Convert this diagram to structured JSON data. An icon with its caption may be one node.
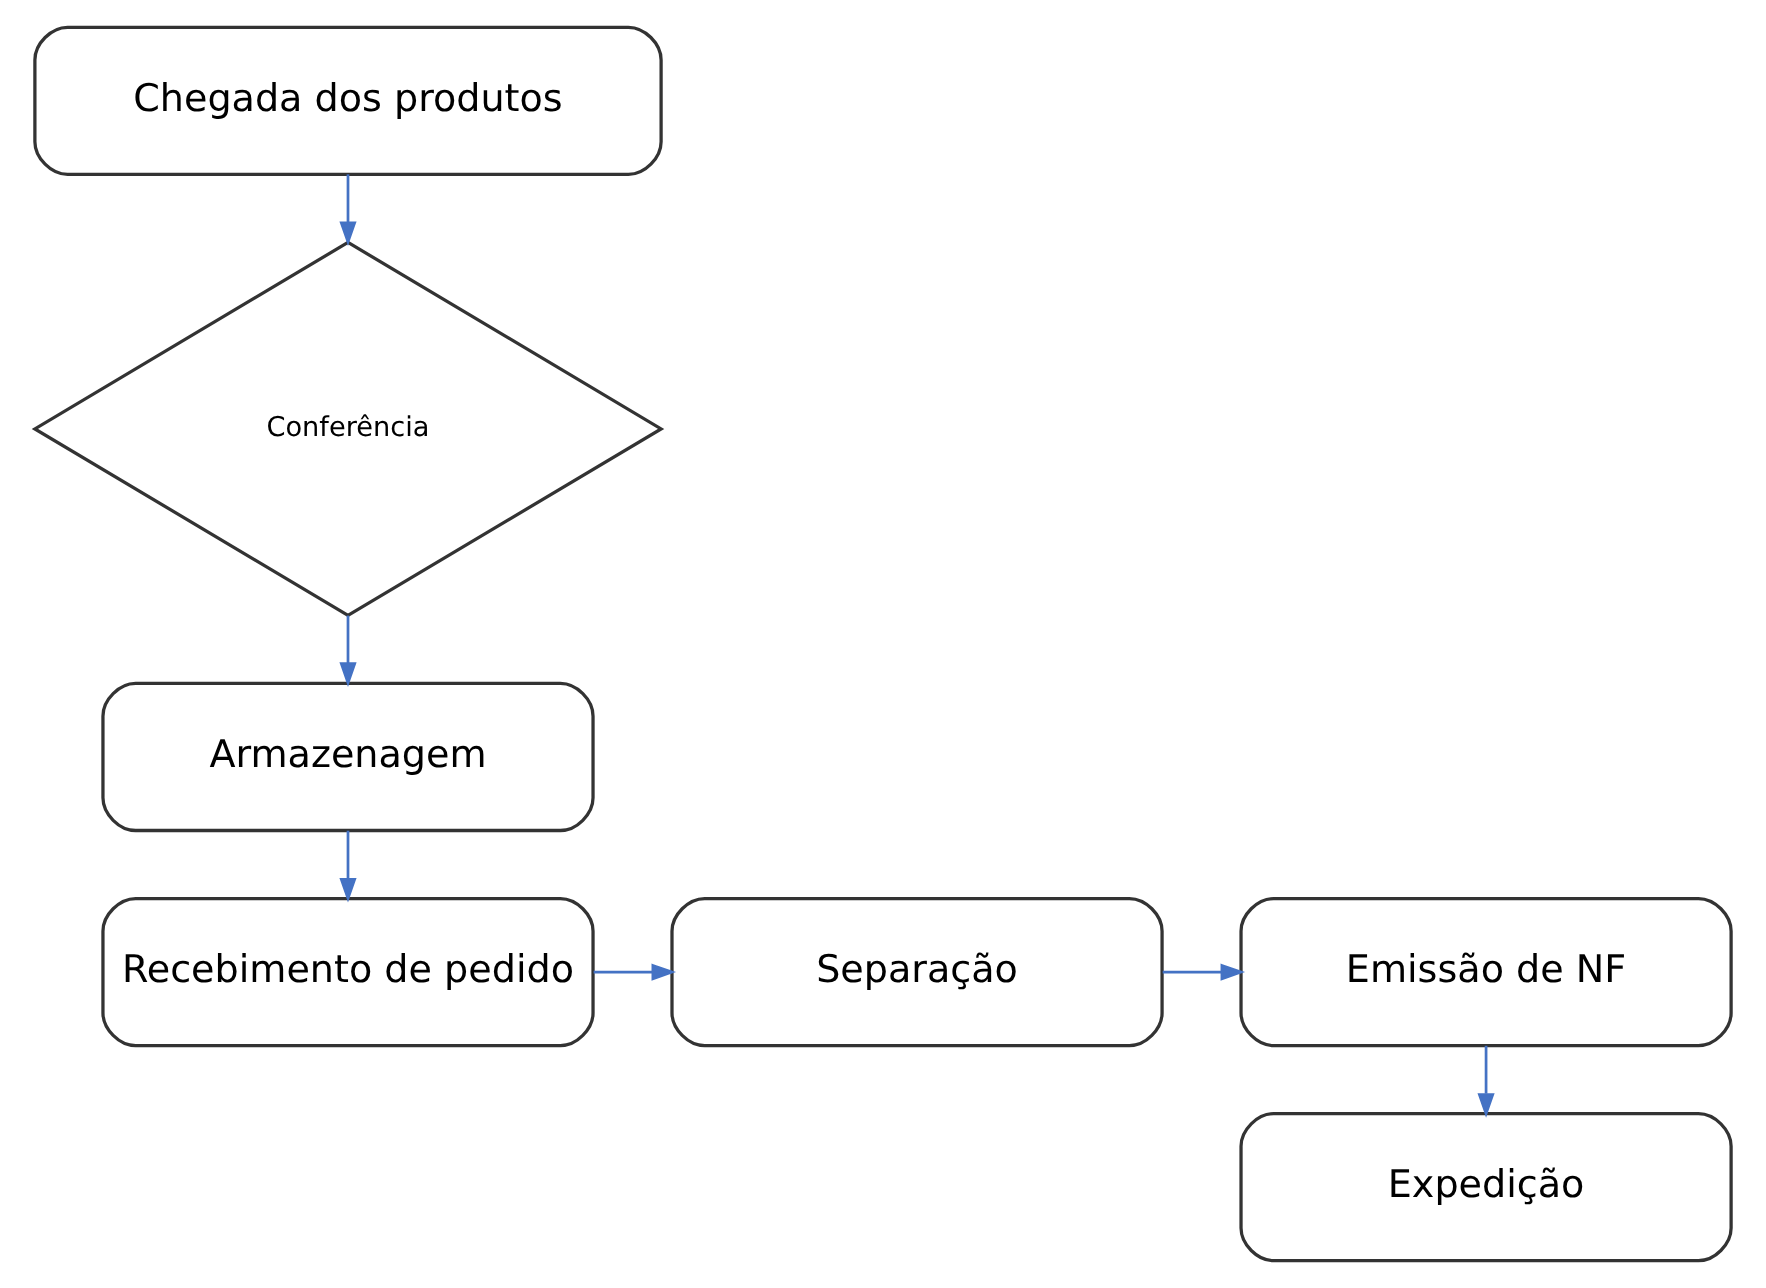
{
  "diagram": {
    "nodes": [
      {
        "text": [
          "Chegada dos produtos"
        ]
      },
      {
        "text": [
          "Conferência"
        ]
      },
      {
        "text": [
          "Armazenagem"
        ]
      },
      {
        "text": [
          "Recebimento de pedido"
        ]
      },
      {
        "text": [
          "Separação"
        ]
      },
      {
        "text": [
          "Emissão de NF"
        ]
      },
      {
        "text": [
          "Expedição"
        ]
      }
    ],
    "edges": [
      {
        "from": 0,
        "to": 1,
        "arrow": "to"
      },
      {
        "from": 1,
        "to": 2,
        "arrow": "to"
      },
      {
        "from": 2,
        "to": 3,
        "arrow": "to"
      },
      {
        "from": 3,
        "to": 4,
        "arrow": "to"
      },
      {
        "from": 4,
        "to": 5,
        "arrow": "to"
      },
      {
        "from": 5,
        "to": 6,
        "arrow": "to"
      }
    ]
  }
}
